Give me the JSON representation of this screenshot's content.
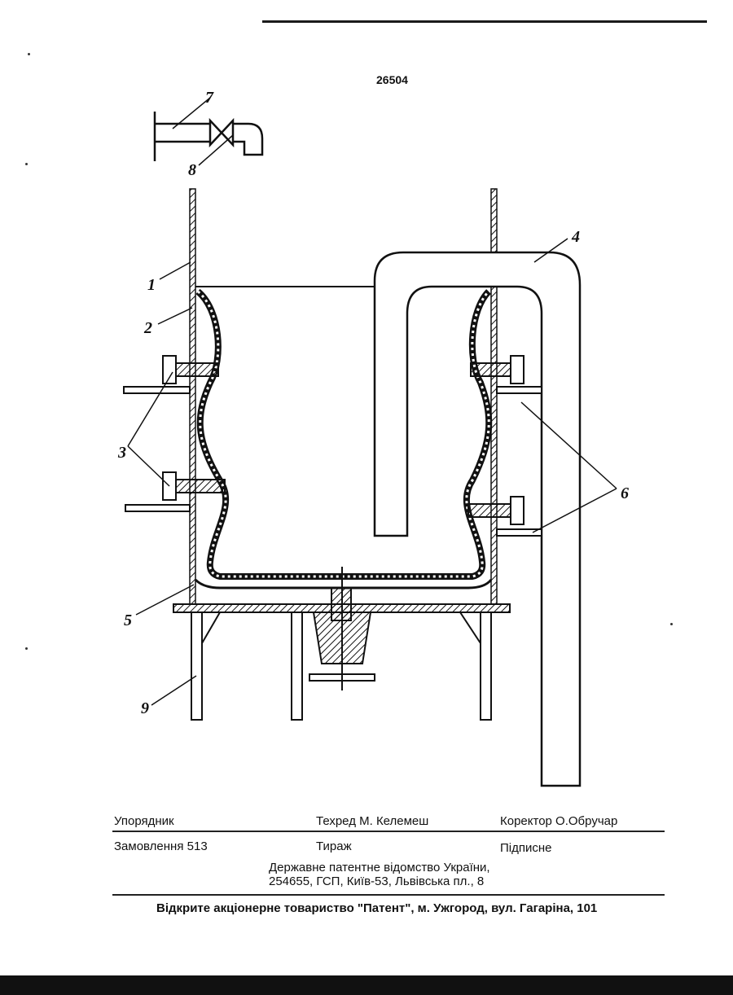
{
  "page": {
    "number": "26504"
  },
  "figure": {
    "callouts": {
      "c1": "1",
      "c2": "2",
      "c3": "3",
      "c4": "4",
      "c5": "5",
      "c6": "6",
      "c7": "7",
      "c8": "8",
      "c9": "9"
    }
  },
  "imprint": {
    "compiler_label": "Упорядник",
    "tech_editor": "Техред М. Келемеш",
    "proofreader": "Коректор О.Обручар",
    "order": "Замовлення 513",
    "circulation": "Тираж",
    "subscription": "Підписне",
    "office_line1": "Державне патентне відомство України,",
    "office_line2": "254655, ГСП, Київ-53, Львівська пл., 8",
    "printer": "Відкрите акціонерне товариство \"Патент\", м. Ужгород, вул. Гагаріна, 101"
  }
}
